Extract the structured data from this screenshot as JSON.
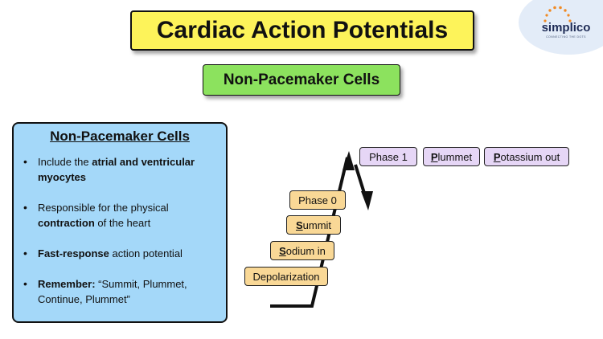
{
  "logo": {
    "name": "simplico",
    "tagline": "CONNECTING THE DOTS",
    "dot_color": "#f08a24"
  },
  "title": "Cardiac Action Potentials",
  "subtitle": "Non-Pacemaker Cells",
  "panel": {
    "heading": "Non-Pacemaker Cells",
    "bullets": [
      {
        "pre": "Include the ",
        "bold": "atrial and ventricular myocytes",
        "post": ""
      },
      {
        "pre": "Responsible for the physical ",
        "bold": "contraction",
        "post": " of the heart"
      },
      {
        "pre": "",
        "bold": "Fast-response",
        "post": " action potential"
      },
      {
        "pre": "",
        "bold": "Remember:",
        "post": " “Summit, Plummet, Continue, Plummet”"
      }
    ]
  },
  "diagram": {
    "phase0": {
      "label": "Phase 0",
      "steps": [
        {
          "first": "S",
          "rest": "ummit"
        },
        {
          "first": "S",
          "rest": "odium in"
        }
      ],
      "event": "Depolarization"
    },
    "phase1": {
      "label": "Phase 1",
      "steps": [
        {
          "first": "P",
          "rest": "lummet"
        },
        {
          "first": "P",
          "rest": "otassium out"
        }
      ]
    }
  },
  "colors": {
    "title_bg": "#fdf35a",
    "subtitle_bg": "#8ce25e",
    "panel_bg": "#a4d8f9",
    "phase0_bg": "#f9d896",
    "phase1_bg": "#e6d6f6"
  }
}
